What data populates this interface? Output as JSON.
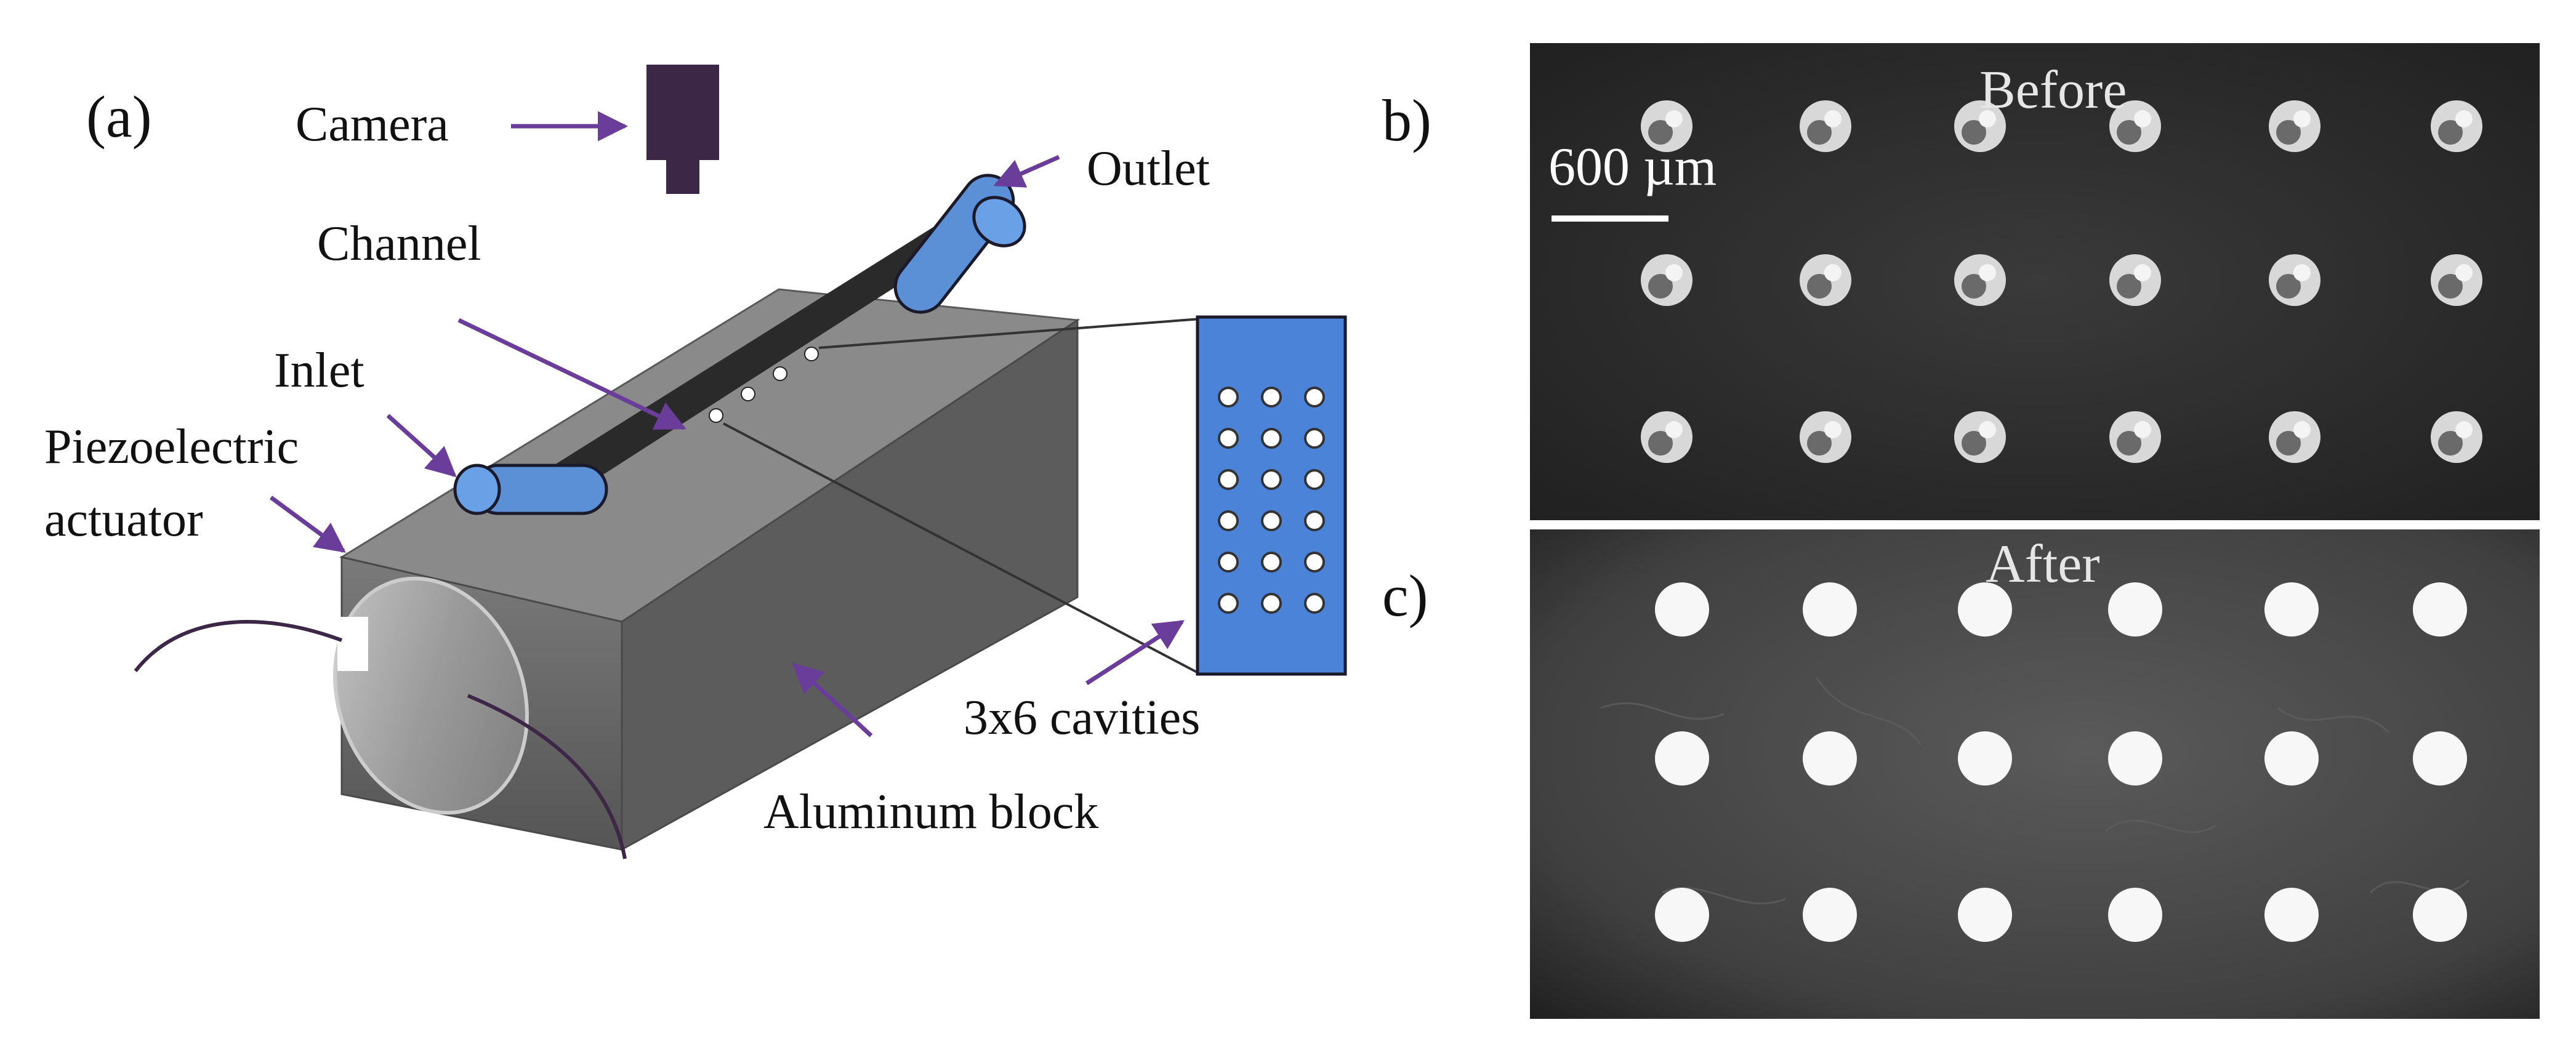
{
  "panel_a": {
    "label": "(a)",
    "camera": "Camera",
    "outlet": "Outlet",
    "channel": "Channel",
    "inlet": "Inlet",
    "piezo_line1": "Piezoelectric",
    "piezo_line2": "actuator",
    "cavities": "3x6 cavities",
    "block": "Aluminum block"
  },
  "panel_b": {
    "label": "b)",
    "title": "Before",
    "scale_bar": "600 µm"
  },
  "panel_c": {
    "label": "c)",
    "title": "After"
  },
  "colors": {
    "arrow": "#6a3d9a",
    "tube": "#5b8fd6",
    "cavity_plate": "#4a83d8",
    "camera": "#3d2747",
    "block_top": "#8c8c8c",
    "block_front": "#6e6e6e",
    "block_side": "#5a5a5a",
    "micrograph_bg": "#2c2c2c"
  }
}
